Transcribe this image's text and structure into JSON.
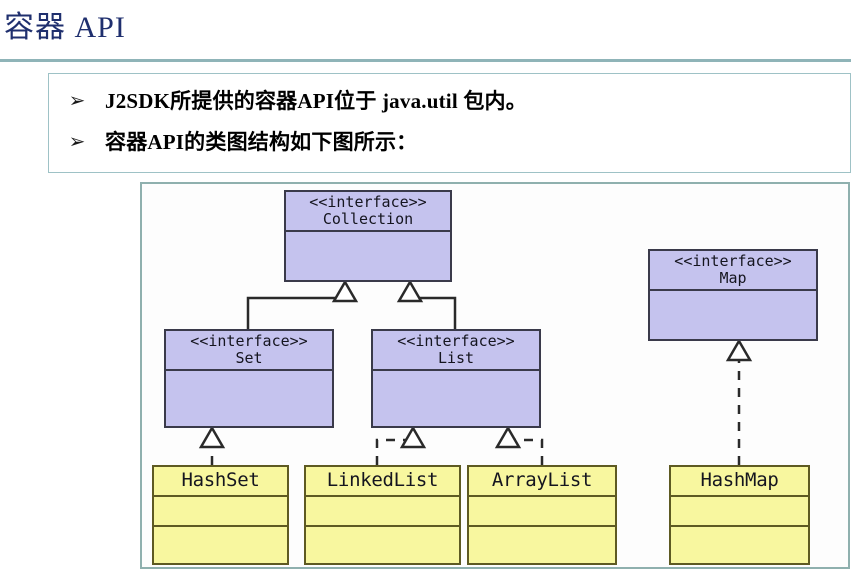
{
  "slide": {
    "title": "容器 API",
    "title_color": "#1f2f6e",
    "rule_color": "#8fb4b8"
  },
  "bullets": {
    "marker": "➢",
    "items": [
      "J2SDK所提供的容器API位于 java.util 包内。",
      "容器API的类图结构如下图所示："
    ]
  },
  "diagram": {
    "kind": "uml-class-diagram",
    "colors": {
      "interface_fill": "#c5c3ee",
      "interface_stroke": "#3a3a4a",
      "class_fill": "#f8f79f",
      "class_stroke": "#5e5a22",
      "frame_border": "#8fb0ae",
      "connector": "#2a2a2a"
    },
    "stereotype": "<<interface>>",
    "interfaces": [
      {
        "id": "collection",
        "stereotype": "<<interface>>",
        "name": "Collection"
      },
      {
        "id": "map",
        "stereotype": "<<interface>>",
        "name": "Map"
      },
      {
        "id": "set",
        "stereotype": "<<interface>>",
        "name": "Set"
      },
      {
        "id": "list",
        "stereotype": "<<interface>>",
        "name": "List"
      }
    ],
    "classes": [
      {
        "id": "hashset",
        "name": "HashSet"
      },
      {
        "id": "linkedlist",
        "name": "LinkedList"
      },
      {
        "id": "arraylist",
        "name": "ArrayList"
      },
      {
        "id": "hashmap",
        "name": "HashMap"
      }
    ],
    "relations": [
      {
        "from": "set",
        "to": "collection",
        "type": "generalization",
        "line": "solid"
      },
      {
        "from": "list",
        "to": "collection",
        "type": "generalization",
        "line": "solid"
      },
      {
        "from": "hashset",
        "to": "set",
        "type": "realization",
        "line": "dashed"
      },
      {
        "from": "linkedlist",
        "to": "list",
        "type": "realization",
        "line": "dashed"
      },
      {
        "from": "arraylist",
        "to": "list",
        "type": "realization",
        "line": "dashed"
      },
      {
        "from": "hashmap",
        "to": "map",
        "type": "realization",
        "line": "dashed"
      }
    ]
  }
}
